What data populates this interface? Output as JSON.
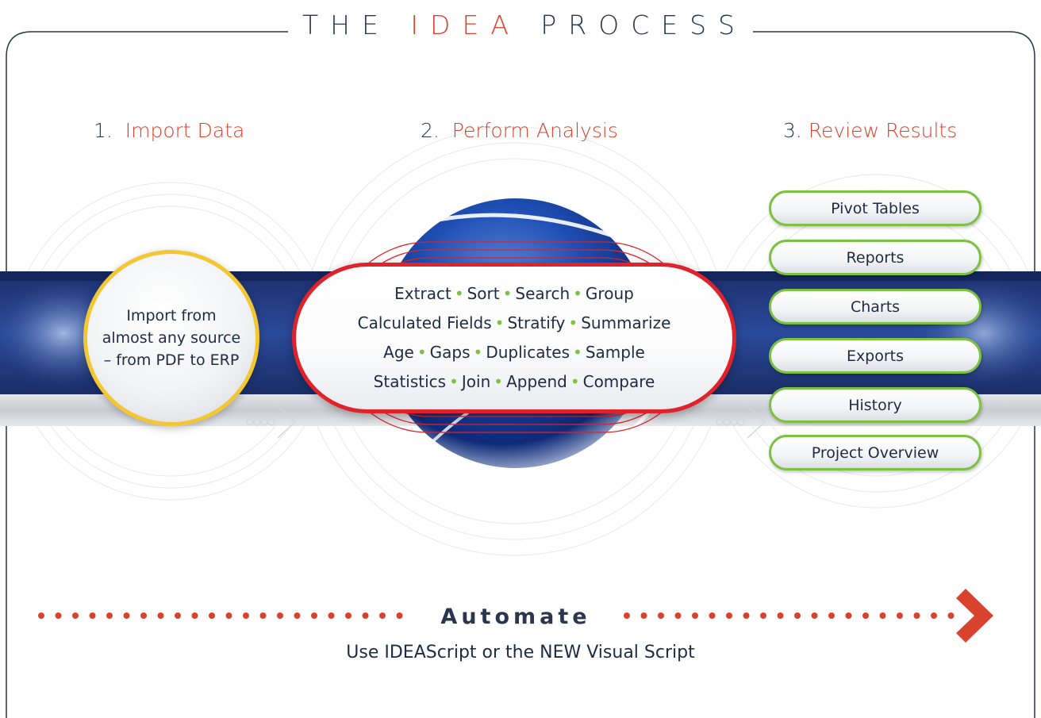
{
  "title": {
    "part1": "THE",
    "highlight": "IDEA",
    "part2": "PROCESS"
  },
  "steps": [
    {
      "num": "1.",
      "label": "Import Data"
    },
    {
      "num": "2.",
      "label": "Perform Analysis"
    },
    {
      "num": "3.",
      "label": "Review Results"
    }
  ],
  "import": {
    "line1": "Import from",
    "line2": "almost any source",
    "line3": "– from PDF to ERP"
  },
  "analysis": {
    "rows": [
      [
        "Extract",
        "Sort",
        "Search",
        "Group"
      ],
      [
        "Calculated Fields",
        "Stratify",
        "Summarize"
      ],
      [
        "Age",
        "Gaps",
        "Duplicates",
        "Sample"
      ],
      [
        "Statistics",
        "Join",
        "Append",
        "Compare"
      ]
    ],
    "separator": "•"
  },
  "results": [
    "Pivot Tables",
    "Reports",
    "Charts",
    "Exports",
    "History",
    "Project Overview"
  ],
  "automate": {
    "title": "Automate",
    "subtitle": "Use IDEAScript or the NEW Visual Script"
  },
  "colors": {
    "accent_red": "#d8432f",
    "ring_red": "#e0222b",
    "green": "#7dc142",
    "gold": "#f3c633",
    "navy": "#1d2f6b",
    "text": "#1f2a44"
  }
}
